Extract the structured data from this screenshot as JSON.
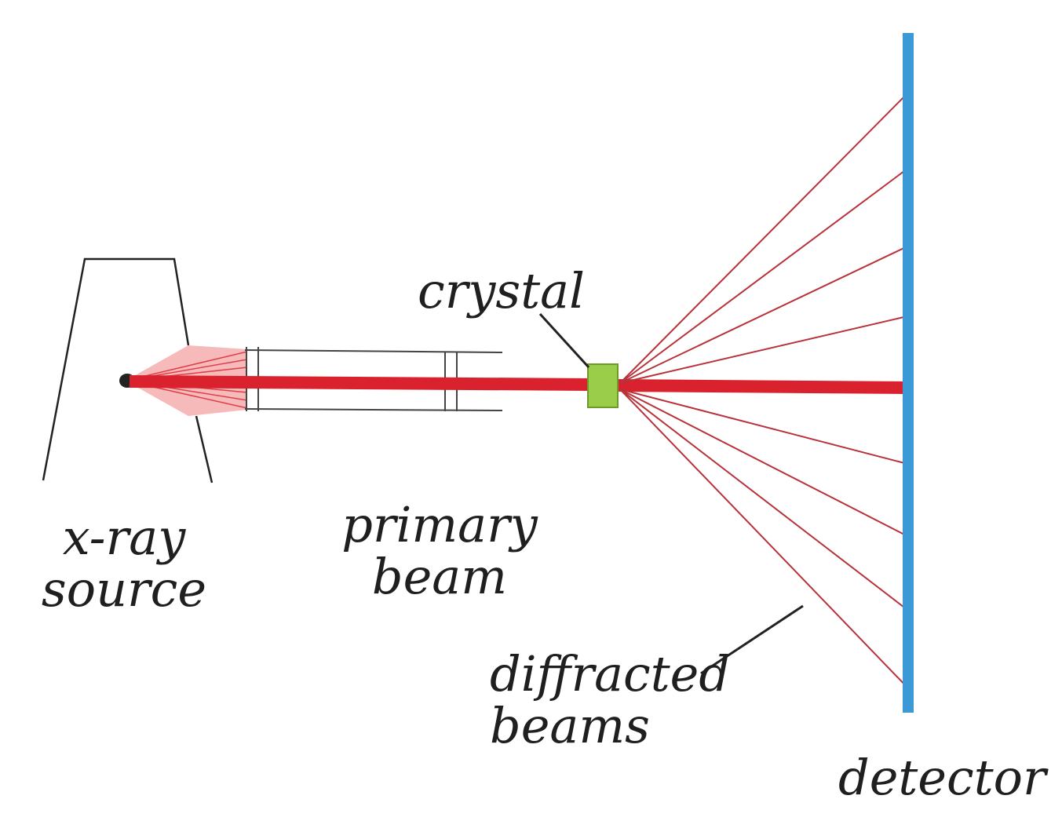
{
  "labels": {
    "xray_source": [
      "x-ray",
      "source"
    ],
    "primary_beam": [
      "primary",
      "beam"
    ],
    "crystal": "crystal",
    "diffracted_beams": [
      "diffracted",
      "beams"
    ],
    "detector": "detector"
  },
  "colors": {
    "beam": "#d9222e",
    "beam_light": "#ef8a8a",
    "crystal": "#9acd4a",
    "detector": "#3b9ad6",
    "outline": "#222222"
  }
}
